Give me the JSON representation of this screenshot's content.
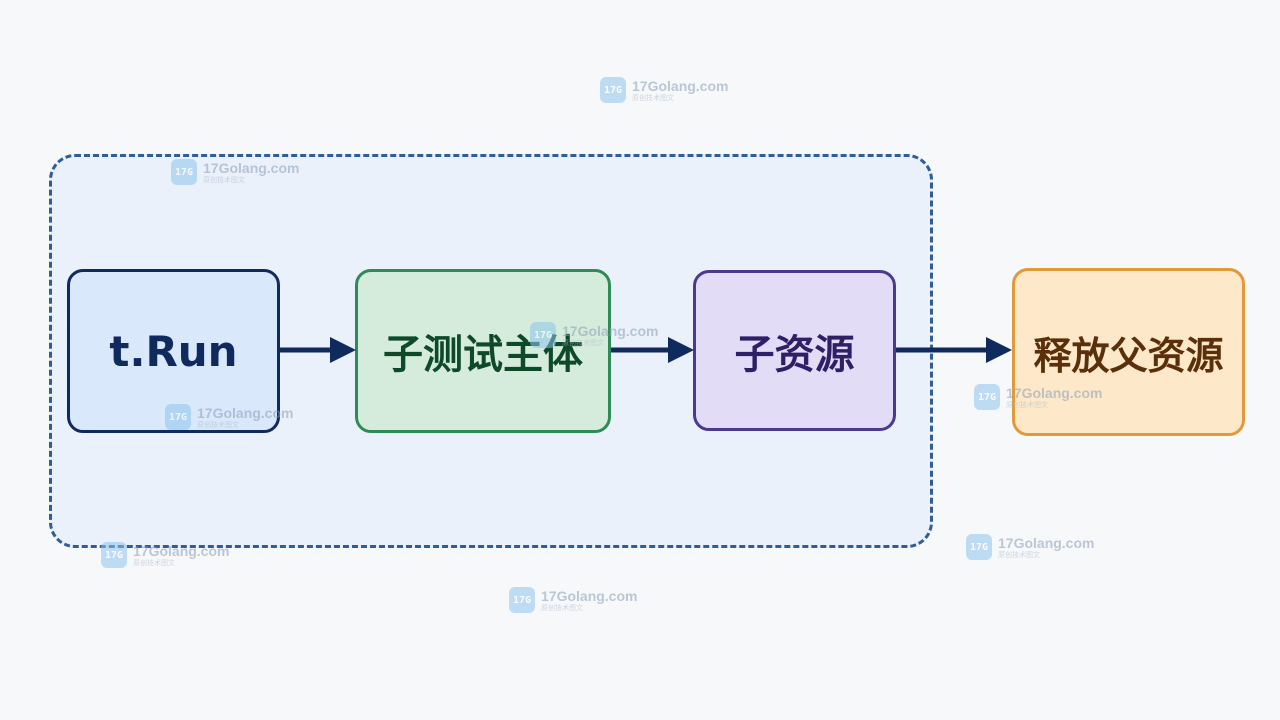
{
  "colors": {
    "background": "#f7f8fa",
    "scope_border": "#2f5d96",
    "scope_fill": "#dae8fc",
    "arrow": "#0f2a5c"
  },
  "nodes": [
    {
      "label": "t.Run",
      "fill": "#dae8fc",
      "border": "#0f2a5c",
      "text_color": "#0f2a5c"
    },
    {
      "label": "子测试主体",
      "fill": "#d5ecdc",
      "border": "#2e8b57",
      "text_color": "#0e4a2a"
    },
    {
      "label": "子资源",
      "fill": "#e3dcf7",
      "border": "#4b3a8c",
      "text_color": "#2f1f66"
    },
    {
      "label": "释放父资源",
      "fill": "#fde9c9",
      "border": "#e09a3a",
      "text_color": "#5a2f0a"
    }
  ],
  "watermark": {
    "name": "17Golang.com",
    "subtitle": "原创技术图文",
    "icon": "logo-icon",
    "logo_text": "17G"
  }
}
